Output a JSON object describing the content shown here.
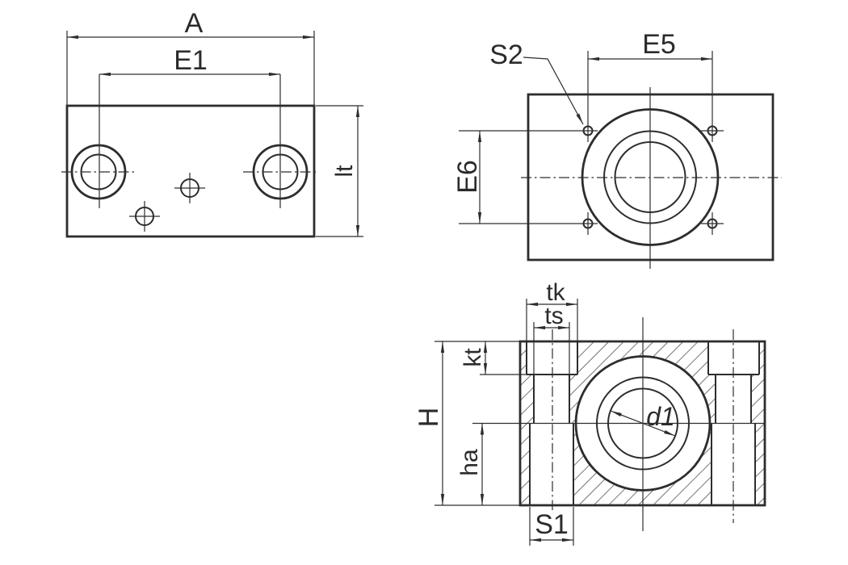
{
  "drawing": {
    "type": "engineering-dimension-drawing",
    "colors": {
      "background": "#ffffff",
      "line": "#2d2d2d",
      "text": "#2b2b2b"
    },
    "views": {
      "top": {
        "name": "top-view",
        "A": "A",
        "E1": "E1",
        "lt": "lt"
      },
      "front": {
        "name": "front-view",
        "S2": "S2",
        "E5": "E5",
        "E6": "E6"
      },
      "section": {
        "name": "section-view",
        "tk": "tk",
        "ts": "ts",
        "kt": "kt",
        "H": "H",
        "ha": "ha",
        "d1": "d1",
        "S1": "S1"
      }
    }
  }
}
